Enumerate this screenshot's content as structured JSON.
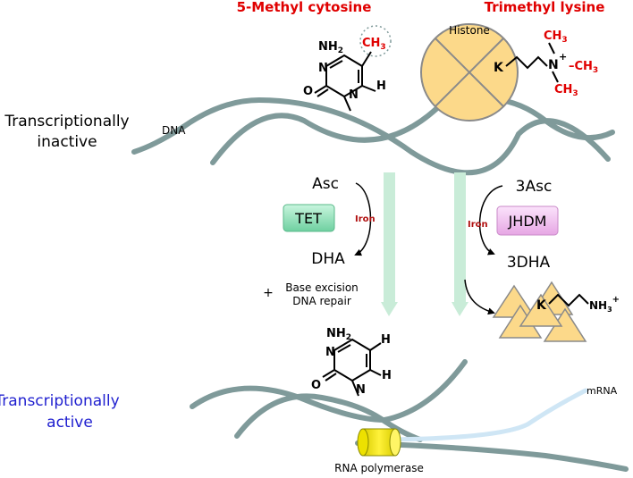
{
  "labels": {
    "methyl_cytosine": "5-Methyl cytosine",
    "trimethyl_lysine": "Trimethyl lysine",
    "histone": "Histone",
    "dna": "DNA",
    "inactive_line1": "Transcriptionally",
    "inactive_line2": "inactive",
    "active_line1": "Transcriptionally",
    "active_line2": "active",
    "mrna": "mRNA",
    "rna_polymerase": "RNA polymerase"
  },
  "left_cycle": {
    "substrate": "Asc",
    "product": "DHA",
    "enzyme": "TET",
    "cofactor": "Iron",
    "plus_sign": "+",
    "repair_line1": "Base excision",
    "repair_line2": "DNA repair"
  },
  "right_cycle": {
    "substrate": "3Asc",
    "product": "3DHA",
    "enzyme": "JHDM",
    "cofactor": "Iron"
  },
  "molecule": {
    "nh2": "NH",
    "nh2_sub": "2",
    "ch3": "CH",
    "ch3_sub": "3",
    "n": "N",
    "h": "H",
    "o": "O",
    "k": "K",
    "plus": "+",
    "dash": "–",
    "nh3": "NH",
    "nh3_sub": "3",
    "nh3_charge": "+"
  },
  "colors": {
    "dna": "#7f9a9a",
    "methyl_red": "#e00000",
    "histone_fill": "#fcd98a",
    "tet_green": "#8fe0b8",
    "jhdm_pink": "#f2bdf0",
    "transition_arrow": "#c9ecd8",
    "iron_red": "#b01010",
    "active_blue": "#1f1fcf",
    "mrna_blue": "#cfe6f5",
    "polymerase_yellow": "#ffee00"
  }
}
